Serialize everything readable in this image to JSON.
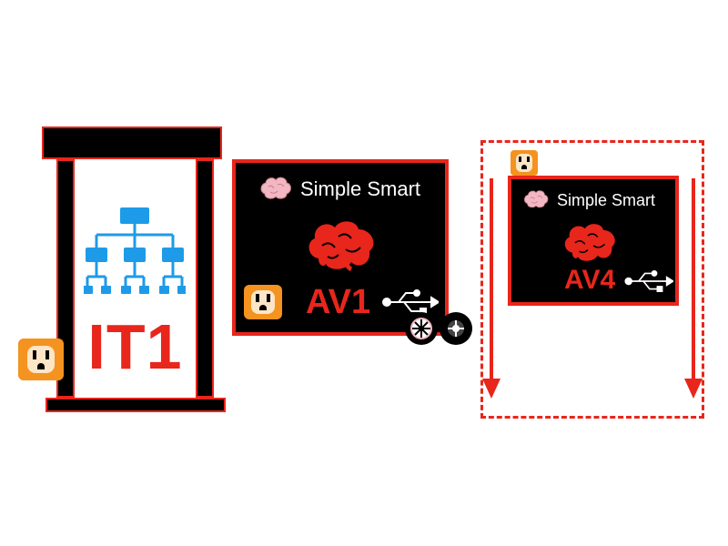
{
  "it1": {
    "label": "IT1"
  },
  "av1": {
    "brand": "Simple Smart",
    "label": "AV1"
  },
  "av4": {
    "brand": "Simple Smart",
    "label": "AV4"
  },
  "icons": {
    "network": "network-hierarchy-icon",
    "outlet": "power-outlet-icon",
    "brain": "brain-icon",
    "usb": "usb-icon",
    "wheels": "wheel-icon",
    "arrow": "down-arrow-icon"
  },
  "colors": {
    "accent": "#e8261c",
    "outlet": "#f4931f",
    "network": "#1e9be8",
    "box_fill": "#000000",
    "brain_small": "#f2b7c2"
  }
}
